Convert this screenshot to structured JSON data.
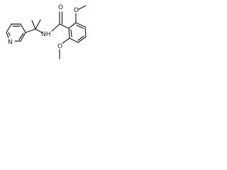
{
  "molecule": {
    "atoms": {
      "pyridine_n": "N",
      "amide_nh": "NH",
      "carbonyl_o": "O",
      "methoxy_o_top": "O",
      "methoxy_o_bottom": "O"
    }
  }
}
